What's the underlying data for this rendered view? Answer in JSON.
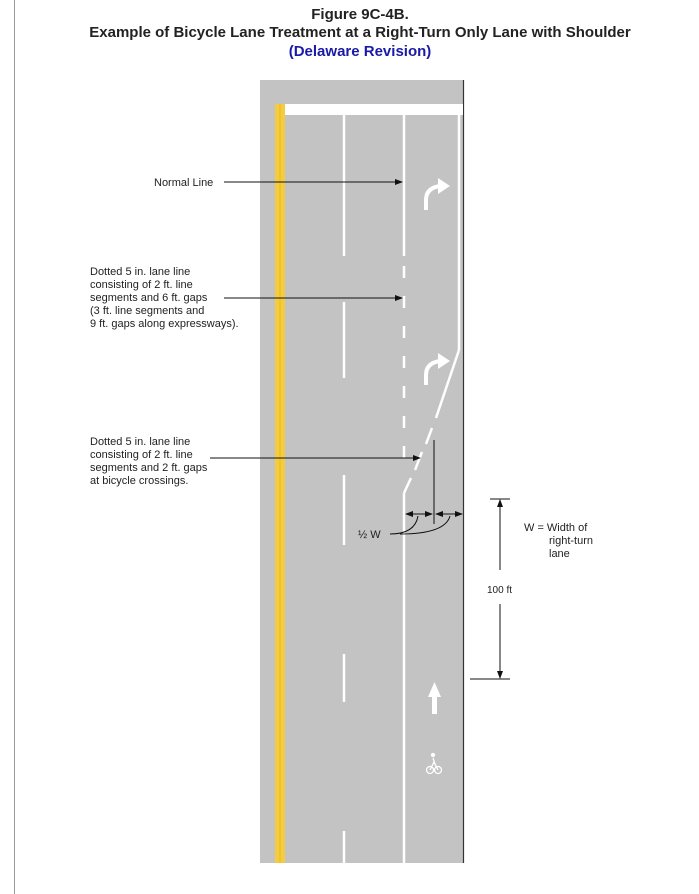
{
  "figure": {
    "number": "Figure 9C-4B.",
    "title": "Example of Bicycle Lane Treatment at a Right-Turn Only Lane with Shoulder",
    "revision": "(Delaware Revision)"
  },
  "labels": {
    "normal_line": "Normal Line",
    "dotted_1": [
      "Dotted 5 in. lane line",
      "consisting of 2 ft. line",
      "segments and 6 ft. gaps",
      "(3 ft. line segments and",
      "9 ft. gaps along expressways)."
    ],
    "dotted_2": [
      "Dotted 5 in. lane line",
      "consisting of 2 ft. line",
      "segments and 2 ft. gaps",
      "at bicycle crossings."
    ],
    "half_w": "½ W",
    "w_def": [
      "W = Width of",
      "right-turn",
      "lane"
    ],
    "distance": "100 ft"
  },
  "colors": {
    "road": "#c3c3c3",
    "yellow": "#f5cc40",
    "title_blue": "#1a1aa8"
  }
}
